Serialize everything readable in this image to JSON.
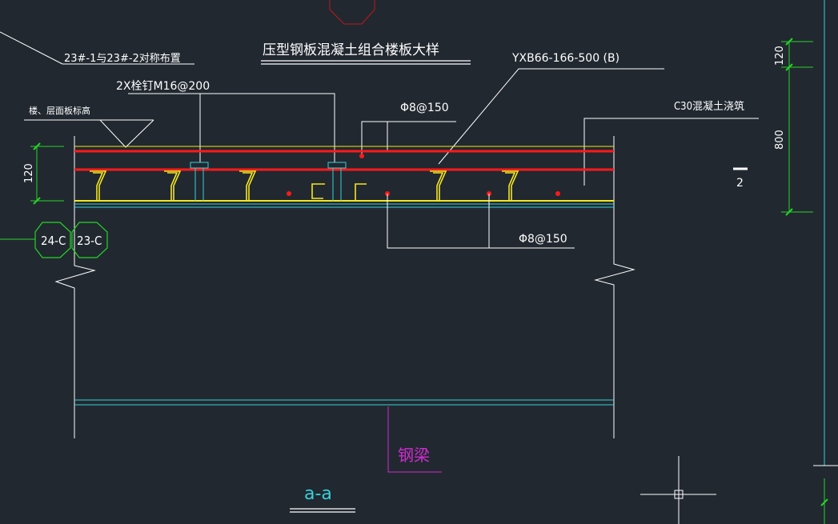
{
  "drawing": {
    "title": "压型钢板混凝土组合楼板大样",
    "ref_note": "23#-1与23#-2对称布置",
    "stud_label": "2X栓钉M16@200",
    "deck_label": "YXB66-166-500 (B)",
    "top_rebar_label": "Φ8@150",
    "bottom_rebar_label": "Φ8@150",
    "concrete_label": "C30混凝土浇筑",
    "elevation_label": "楼、层面板标高",
    "slab_dim_left": "120",
    "dim_right_top": "120",
    "dim_right_main": "800",
    "side_mark": "2",
    "axis_marks": [
      "24-C",
      "23-C"
    ],
    "beam_label": "钢梁",
    "section_label": "a-a"
  },
  "colors": {
    "background": "#212830",
    "rebar": "#ff1a1a",
    "deck": "#f5e61e",
    "outline": "#ffffff",
    "steel": "#39d0d8",
    "dimension": "#26d326",
    "leader": "#d02cd0",
    "axis_circle": "#26d326",
    "hexagon": "#c01818"
  }
}
